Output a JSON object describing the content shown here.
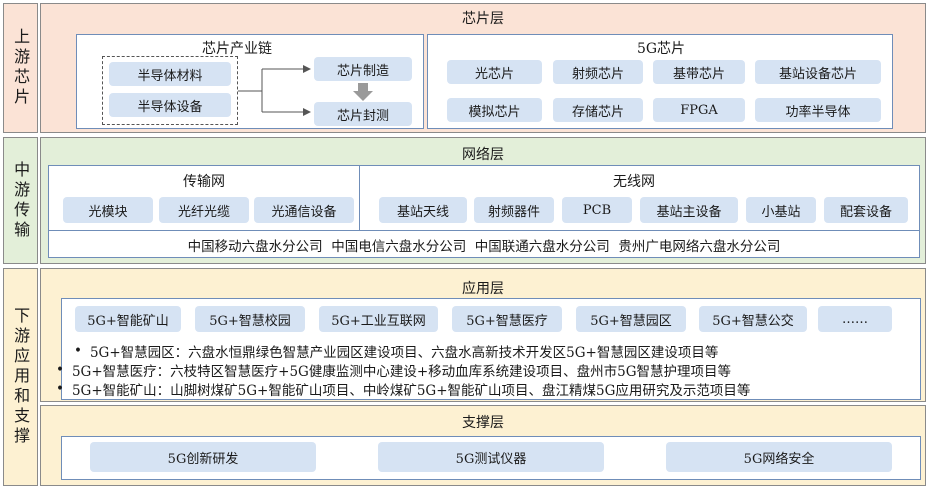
{
  "sections": {
    "upstream": "上游芯片",
    "midstream": "中游传输",
    "downstream": "下游应用和支撑"
  },
  "chip_layer": {
    "title": "芯片层",
    "industry_chain": {
      "title": "芯片产业链",
      "materials": "半导体材料",
      "equipment": "半导体设备",
      "manufacturing": "芯片制造",
      "packaging": "芯片封测"
    },
    "g5_chips": {
      "title": "5G芯片",
      "items": [
        "光芯片",
        "射频芯片",
        "基带芯片",
        "基站设备芯片",
        "模拟芯片",
        "存储芯片",
        "FPGA",
        "功率半导体"
      ]
    }
  },
  "network_layer": {
    "title": "网络层",
    "transmission": {
      "title": "传输网",
      "items": [
        "光模块",
        "光纤光缆",
        "光通信设备"
      ]
    },
    "wireless": {
      "title": "无线网",
      "items": [
        "基站天线",
        "射频器件",
        "PCB",
        "基站主设备",
        "小基站",
        "配套设备"
      ]
    },
    "operators": "中国移动六盘水分公司  中国电信六盘水分公司  中国联通六盘水分公司  贵州广电网络六盘水分公司"
  },
  "application_layer": {
    "title": "应用层",
    "items": [
      "5G+智能矿山",
      "5G+智慧校园",
      "5G+工业互联网",
      "5G+智慧医疗",
      "5G+智慧园区",
      "5G+智慧公交",
      "……"
    ],
    "projects": [
      "5G+智慧园区：六盘水恒鼎绿色智慧产业园区建设项目、六盘水高新技术开发区5G+智慧园区建设项目等",
      "5G+智慧医疗：六枝特区智慧医疗+5G健康监测中心建设+移动血库系统建设项目、盘州市5G智慧护理项目等",
      "5G+智能矿山：山脚树煤矿5G+智能矿山项目、中岭煤矿5G+智能矿山项目、盘江精煤5G应用研究及示范项目等"
    ]
  },
  "support_layer": {
    "title": "支撑层",
    "items": [
      "5G创新研发",
      "5G测试仪器",
      "5G网络安全"
    ]
  },
  "colors": {
    "orange": "#fbe3d6",
    "green": "#e3efd9",
    "yellow": "#fdf1d2",
    "chip": "#d6e3f3",
    "panel_border": "#6f8db8"
  }
}
